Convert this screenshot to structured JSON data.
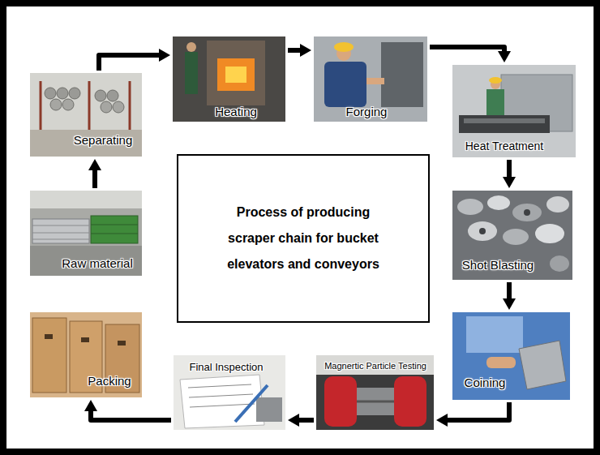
{
  "diagram": {
    "nodes": [
      {
        "text": [
          "Process of producing scraper chain for bucket elevators and conveyors"
        ]
      },
      {
        "text": [
          "Raw material"
        ]
      },
      {
        "text": [
          "Separating"
        ]
      },
      {
        "text": [
          "Heating"
        ]
      },
      {
        "text": [
          "Forging"
        ]
      },
      {
        "text": [
          "Heat Treatment"
        ]
      },
      {
        "text": [
          "Shot Blasting"
        ]
      },
      {
        "text": [
          "Coining"
        ]
      },
      {
        "text": [
          "Magnertic Particle Testing"
        ]
      },
      {
        "text": [
          "Final Inspection"
        ]
      },
      {
        "text": [
          "Packing"
        ]
      }
    ],
    "edges": [
      {
        "from": 1,
        "to": 2,
        "arrow": "to"
      },
      {
        "from": 2,
        "to": 3,
        "arrow": "to"
      },
      {
        "from": 3,
        "to": 4,
        "arrow": "to"
      },
      {
        "from": 4,
        "to": 5,
        "arrow": "to"
      },
      {
        "from": 5,
        "to": 6,
        "arrow": "to"
      },
      {
        "from": 6,
        "to": 7,
        "arrow": "to"
      },
      {
        "from": 7,
        "to": 8,
        "arrow": "to"
      },
      {
        "from": 8,
        "to": 9,
        "arrow": "to"
      },
      {
        "from": 9,
        "to": 10,
        "arrow": "to"
      }
    ]
  }
}
